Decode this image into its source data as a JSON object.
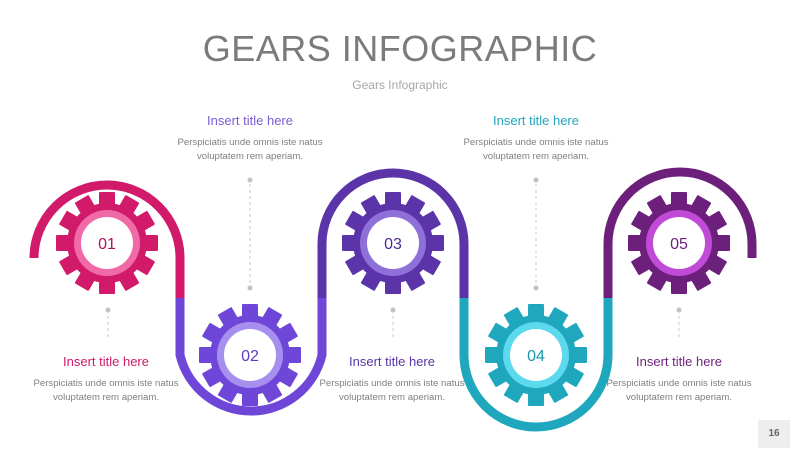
{
  "slide": {
    "title": "GEARS INFOGRAPHIC",
    "subtitle": "Gears Infographic",
    "page_number": "16"
  },
  "colors": {
    "pink": "#d11a6a",
    "violet": "#6e47d8",
    "indigo": "#5a34a8",
    "teal": "#1fa7bd",
    "plum": "#6d1f7c"
  },
  "steps": [
    {
      "number": "01",
      "title": "Insert title here",
      "text": "Perspiciatis unde omnis iste natus voluptatem rem aperiam.",
      "icon": "gear-icon"
    },
    {
      "number": "02",
      "title": "Insert title here",
      "text": "Perspiciatis unde omnis iste natus voluptatem rem aperiam.",
      "icon": "gear-icon"
    },
    {
      "number": "03",
      "title": "Insert title here",
      "text": "Perspiciatis unde omnis iste natus voluptatem rem aperiam.",
      "icon": "gear-icon"
    },
    {
      "number": "04",
      "title": "Insert title here",
      "text": "Perspiciatis unde omnis iste natus voluptatem rem aperiam.",
      "icon": "gear-icon"
    },
    {
      "number": "05",
      "title": "Insert title here",
      "text": "Perspiciatis unde omnis iste natus voluptatem rem aperiam.",
      "icon": "gear-icon"
    }
  ]
}
